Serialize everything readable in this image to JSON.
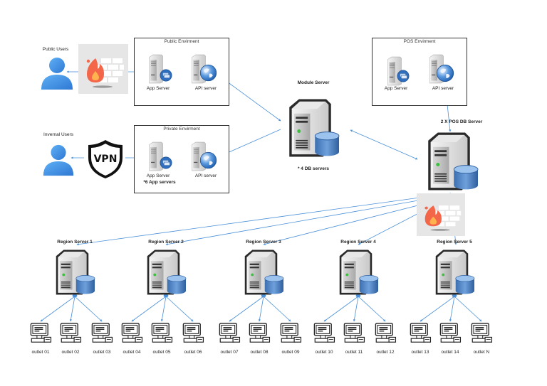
{
  "colors": {
    "link": "#4a90d9",
    "user_blue": "#3a8ee6",
    "firewall_flame": "#f4664a",
    "firewall_core": "#ffb24d",
    "db_blue": "#4a82c4",
    "box_border": "#333333"
  },
  "users": {
    "public": {
      "label": "Public Users",
      "icon": "user-icon"
    },
    "internal": {
      "label": "Invernal Users",
      "icon": "user-icon"
    }
  },
  "security": {
    "public_firewall": {
      "icon": "firewall-icon"
    },
    "vpn": {
      "label": "VPN",
      "icon": "vpn-shield-icon"
    },
    "pos_firewall": {
      "icon": "firewall-icon"
    }
  },
  "environments": {
    "public": {
      "title": "Public Envirment",
      "app_label": "App Server",
      "api_label": "API server"
    },
    "private": {
      "title": "Private Envirment",
      "app_label": "App Server",
      "api_label": "API server",
      "note": "*6 App servers"
    },
    "pos": {
      "title": "POS Envirment",
      "app_label": "App Server",
      "api_label": "API server"
    }
  },
  "module_server": {
    "title": "Module Server",
    "note": "* 4 DB servers"
  },
  "pos_db_server": {
    "title": "2 X POS DB Server"
  },
  "regions": [
    {
      "label": "Region Server 1",
      "outlets": [
        "outlet 01",
        "outlet 02",
        "outlet 03"
      ]
    },
    {
      "label": "Region Server 2",
      "outlets": [
        "outlet 04",
        "outlet 05",
        "outlet 06"
      ]
    },
    {
      "label": "Region Server 3",
      "outlets": [
        "outlet 07",
        "outlet 08",
        "outlet 09"
      ]
    },
    {
      "label": "Region Server 4",
      "outlets": [
        "outlet 10",
        "outlet 11",
        "outlet 12"
      ]
    },
    {
      "label": "Region Server 5",
      "outlets": [
        "outlet 13",
        "outlet 14",
        "outlet N"
      ]
    }
  ]
}
